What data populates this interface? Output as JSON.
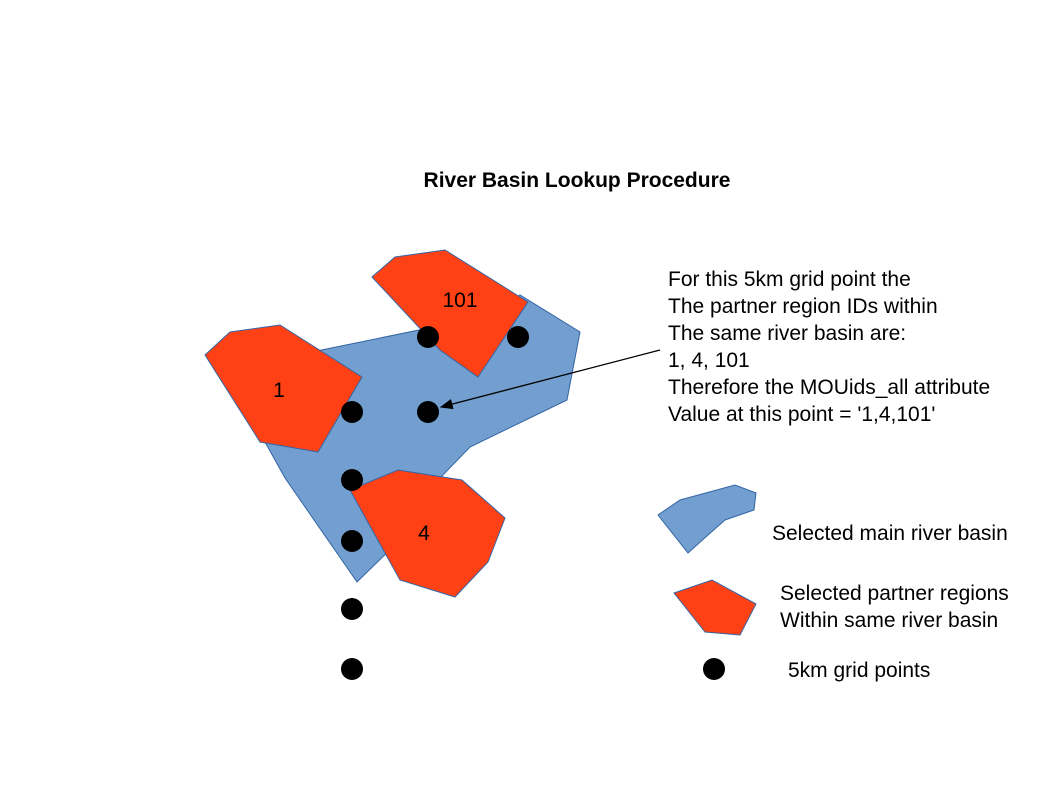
{
  "title": "River Basin Lookup Procedure",
  "colors": {
    "basin_fill": "#729fcf",
    "basin_stroke": "#3465a4",
    "region_fill": "#ff4115",
    "region_stroke": "#3465a4",
    "point_fill": "#000000"
  },
  "regions": [
    {
      "id": "region-1",
      "label": "1"
    },
    {
      "id": "region-101",
      "label": "101"
    },
    {
      "id": "region-4",
      "label": "4"
    }
  ],
  "annotation": {
    "lines": [
      "For this 5km grid point the",
      "The partner region IDs within",
      "The same river basin are:",
      "1, 4, 101",
      "Therefore the MOUids_all attribute",
      "Value at this point = '1,4,101'"
    ]
  },
  "legend": {
    "basin_label": "Selected main river basin",
    "regions_label_lines": [
      "Selected partner regions",
      "Within same river basin"
    ],
    "points_label": "5km grid points"
  }
}
